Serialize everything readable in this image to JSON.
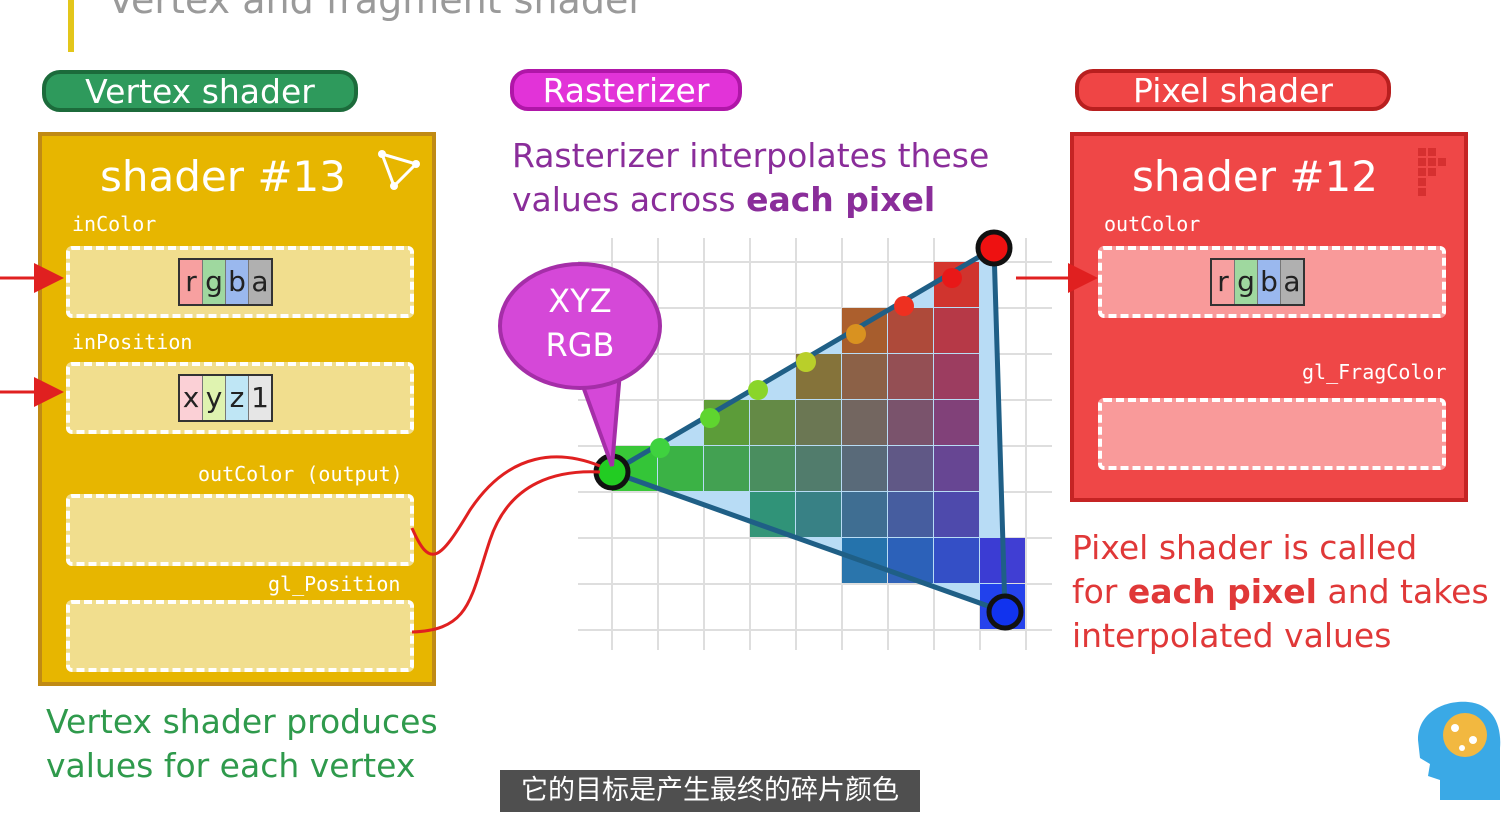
{
  "title": "Vertex and fragment shader",
  "stages": {
    "vertex": "Vertex shader",
    "rasterizer": "Rasterizer",
    "pixel": "Pixel shader"
  },
  "vertex_panel": {
    "title": "shader #13",
    "in_color_label": "inColor",
    "in_color_chips": [
      "r",
      "g",
      "b",
      "a"
    ],
    "in_position_label": "inPosition",
    "in_position_chips": [
      "x",
      "y",
      "z",
      "1"
    ],
    "out_color_label": "outColor (output)",
    "gl_position_label": "gl_Position"
  },
  "pixel_panel": {
    "title": "shader #12",
    "out_color_label": "outColor",
    "out_color_chips": [
      "r",
      "g",
      "b",
      "a"
    ],
    "frag_color_label": "gl_FragColor"
  },
  "bubble": {
    "line1": "XYZ",
    "line2": "RGB"
  },
  "captions": {
    "rasterizer_line1": "Rasterizer interpolates these",
    "rasterizer_line2_pre": "values across ",
    "rasterizer_line2_bold": "each pixel",
    "vertex_line1": "Vertex shader produces",
    "vertex_line2": "values for each vertex",
    "pixel_line1": "Pixel shader is called",
    "pixel_line2_pre": "for ",
    "pixel_line2_bold": "each pixel",
    "pixel_line2_post": " and takes",
    "pixel_line3": "interpolated values"
  },
  "subtitle": "它的目标是产生最终的碎片颜色",
  "colors": {
    "vertex_stage": "#2e9a5c",
    "rasterizer_stage": "#e233d8",
    "pixel_stage": "#ef4545",
    "vertex_panel": "#e7b600",
    "vertex_green": "#22cc22",
    "vertex_red": "#ee1111",
    "vertex_blue": "#1133ee",
    "wire_red": "#e02020"
  }
}
